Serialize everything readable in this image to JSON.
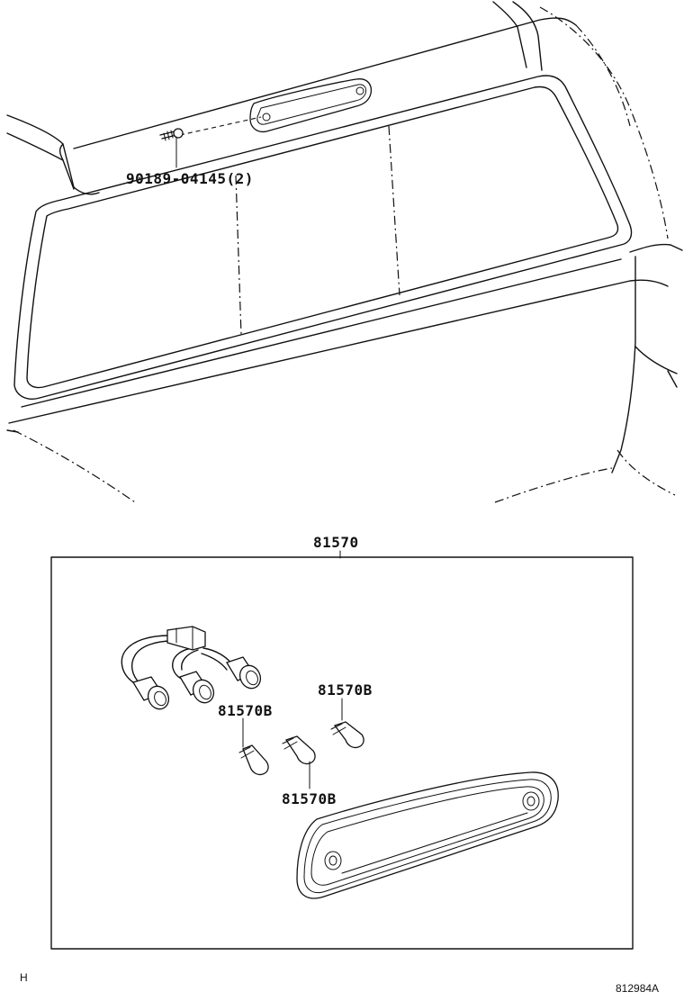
{
  "callouts": {
    "screw": "90189-04145(2)",
    "assembly": "81570",
    "bulb_top_right": "81570B",
    "bulb_left": "81570B",
    "bulb_bottom": "81570B"
  },
  "footer": {
    "left_mark": "H",
    "figure_code": "812984A"
  }
}
